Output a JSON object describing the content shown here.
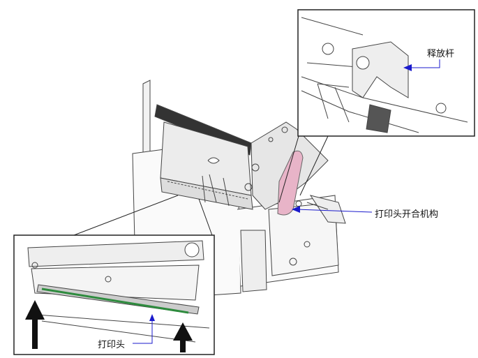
{
  "labels": {
    "release_lever": "释放杆",
    "printhead_mechanism": "打印头开合机构",
    "printhead": "打印头"
  },
  "colors": {
    "arrow": "#1a1acc",
    "lever": "#e8b4c8",
    "printhead_strip": "#2e8b3e",
    "line": "#333333"
  }
}
